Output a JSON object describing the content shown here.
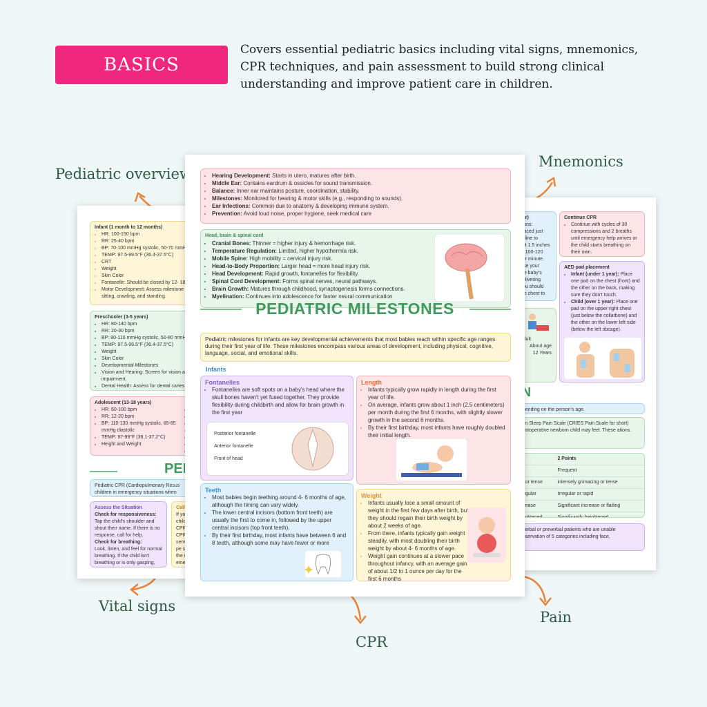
{
  "header": {
    "badge": "BASICS",
    "description": "Covers essential pediatric basics including vital signs, mnemonics, CPR techniques, and pain assessment to build strong clinical understanding and improve patient care in children."
  },
  "labels": {
    "overview": "Pediatric overview",
    "mnemonics": "Mnemonics",
    "vital_signs": "Vital signs",
    "cpr": "CPR",
    "pain": "Pain"
  },
  "left_sheet": {
    "infant_title": "Infant (1 month to 12 months)",
    "infant_items": [
      "HR: 100-150 bpm",
      "RR: 25-40 bpm",
      "BP: 70-100 mmHg systolic, 50-70 mmH",
      "TEMP: 97.5-99.5°F (36.4-37.5°C)",
      "CRT",
      "Weight",
      "Skin Color",
      "Fontanelle: Should be closed by 12- 18",
      "Motor Development: Assess milestone sitting, crawling, and standing."
    ],
    "preschool_title": "Preschooler (3-5 years)",
    "preschool_items": [
      "HR: 80-140 bpm",
      "RR: 20-30 bpm",
      "BP: 80-110 mmHg systolic, 50-80 mmH",
      "TEMP: 97.5-99.5°F (36.4-37.5°C)",
      "Weight",
      "Skin Color",
      "Developmental Milestones",
      "Vision and Hearing: Screen for vision a impairment.",
      "Dental Health: Assess for dental caries hygiene."
    ],
    "adolescent_title": "Adolescent (13-18 years)",
    "adolescent_items": [
      "HR: 60-100 bpm",
      "RR: 12-20 bpm",
      "BP: 110-130 mmHg systolic, 65-85 mmHg diastolic",
      "TEMP: 97-99°F (36.1-37.2°C)",
      "Height and Weight"
    ],
    "adolescent_col2": [
      "Sk",
      "Vi",
      "De",
      "M",
      "Pu",
      "Su",
      "Se"
    ],
    "ped_heading": "PED",
    "cpr_intro": "Pediatric CPR (Cardiopulmonary Resus children in emergency situations when",
    "assess_title": "Assess the Situation",
    "assess_resp_label": "Check for responsiveness:",
    "assess_resp_text": "Tap the child's shoulder and shout their name. If there is no response, call for help.",
    "assess_breath_label": "Check for breathing:",
    "assess_breath_text": "Look, listen, and feel for normal breathing. If the child isn't breathing or is only gasping, begin CPR.",
    "call_title": "Call",
    "call_text": "If you a child's CPR, of CPR callin servic are pe somic the ch emerg imme"
  },
  "right_sheet": {
    "left_col_title": "ear)",
    "left_col_text": [
      "sions:",
      "placed just",
      "le line to",
      "out 1.5 inches",
      "of 100-120",
      "per minute.",
      "Use your",
      "the baby's",
      "delivering",
      "You should",
      "the chest to"
    ],
    "continue_title": "Continue CPR",
    "continue_text": "Continue with cycles of 30 compressions and 2 breaths until emergency help arrives or the child starts breathing on their own.",
    "aed_title": "AED pad placement",
    "aed_infant_label": "Infant (under 1 year):",
    "aed_infant_text": "Place one pad on the chest (front) and the other on the back, making sure they don't touch.",
    "aed_child_label": "Child (over 1 year):",
    "aed_child_text": "Place one pad on the upper right chest (just below the collarbone) and the other on the lower left side (below the left ribcage).",
    "adult_label": "Adult",
    "about_age": "About age",
    "twelve_years": "12 Years",
    "pain_heading_part": "N",
    "pain_age_text": "epending on the person's age.",
    "cries_text": "tion Sleep Pain Scale (CRIES Pain Scale for short) postoperative newborn child may feel. These ations.",
    "table_header": [
      "",
      "2 Points"
    ],
    "table_rows": [
      [
        "nal",
        "Frequent"
      ],
      [
        "ng or tense",
        "intensely grimacing or tense"
      ],
      [
        "irregular",
        "Irregular or rapid"
      ],
      [
        "ncrease",
        "Significant increase or flailing"
      ],
      [
        "heightened",
        "Significantly heightened"
      ]
    ],
    "footer_text": "nverbal or preverbal patients who are unable observation of 5 categories including face,"
  },
  "center_sheet": {
    "ear_items": [
      {
        "label": "Hearing Development:",
        "text": "Starts in utero, matures after birth."
      },
      {
        "label": "Middle Ear:",
        "text": "Contains eardrum & ossicles for sound transmission."
      },
      {
        "label": "Balance:",
        "text": "Inner ear maintains posture, coordination, stability."
      },
      {
        "label": "Milestones:",
        "text": "Monitored for hearing & motor skills (e.g., responding to sounds)."
      },
      {
        "label": "Ear Infections:",
        "text": "Common due to anatomy & developing immune system."
      },
      {
        "label": "Prevention:",
        "text": "Avoid loud noise, proper hygiene, seek medical care"
      }
    ],
    "head_title": "Head, brain & spinal cord",
    "head_items": [
      {
        "label": "Cranial Bones:",
        "text": "Thinner = higher injury & hemorrhage risk."
      },
      {
        "label": "Temperature Regulation:",
        "text": "Limited, higher hypothermia risk."
      },
      {
        "label": "Mobile Spine:",
        "text": "High mobility = cervical injury risk."
      },
      {
        "label": "Head-to-Body Proportion:",
        "text": "Larger head = more head injury risk."
      },
      {
        "label": "Head Development:",
        "text": "Rapid growth, fontanelles for flexibility."
      },
      {
        "label": "Spinal Cord Development:",
        "text": "Forms spinal nerves, neural pathways."
      },
      {
        "label": "Brain Growth:",
        "text": "Matures through childhood, synaptogenesis forms connections."
      },
      {
        "label": "Myelination:",
        "text": "Continues into adolescence for faster neural communication"
      }
    ],
    "milestones_title": "PEDIATRIC MILESTONES",
    "milestones_intro": "Pediatric milestones for infants are key developmental achievements that most babies reach within specific age ranges during their first year of life. These milestones encompass various areas of development, including physical, cognitive, language, social, and emotional skills.",
    "infants_label": "Infants",
    "fontanelles_title": "Fontanelles",
    "fontanelles_text": "Fontanelles are soft spots on a baby's head where the skull bones haven't yet fused together. They provide flexibility during childbirth and allow for brain growth in the first year",
    "fontanelle_labels": [
      "Posterior fontanelle",
      "Anterior fontanelle",
      "Front of head"
    ],
    "length_title": "Length",
    "length_items": [
      "Infants typically grow rapidly in length during the first year of life.",
      "On average, infants grow about 1 inch (2.5 centimeters) per month during the first 6 months, with slightly slower growth in the second 6 months.",
      "By their first birthday, most infants have roughly doubled their initial length."
    ],
    "teeth_title": "Teeth",
    "teeth_items": [
      "Most babies begin teething around 4- 6 months of age, although the timing can vary widely.",
      "The lower central incisors (bottom front teeth) are usually the first to come in, followed by the upper central incisors (top front teeth).",
      "By their first birthday, most infants have between 6 and 8 teeth, although some may have fewer or more"
    ],
    "weight_title": "Weight",
    "weight_items": [
      "Infants usually lose a small amount of weight in the first few days after birth, but they should regain their birth weight by about 2 weeks of age.",
      "From there, infants typically gain weight steadily, with most doubling their birth weight by about 4- 6 months of age.",
      "Weight gain continues at a slower pace throughout infancy, with an average gain of about 1/2 to 1 ounce per day for the first 6 months"
    ]
  }
}
